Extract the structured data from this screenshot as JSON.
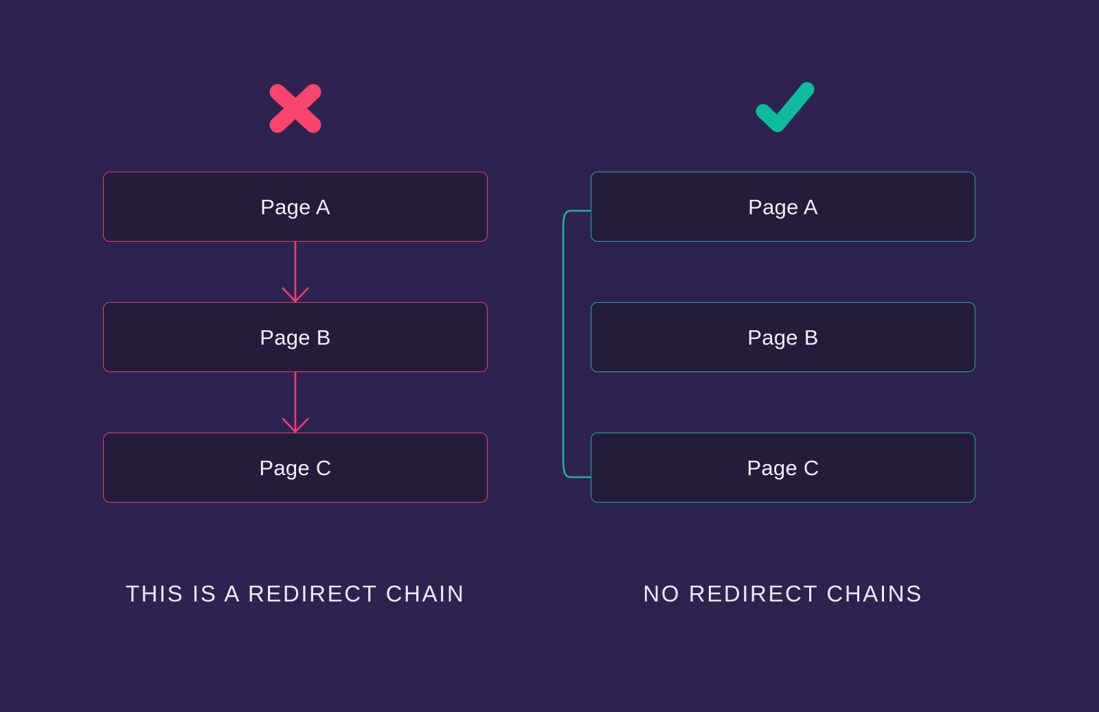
{
  "theme": {
    "background": "#2e2350",
    "box_fill": "#251c3c",
    "bad_accent": "#ef3f6e",
    "bad_icon": "#f9456b",
    "good_accent": "#1fb39a",
    "good_icon": "#0ebb9c",
    "text": "#f2f0f7"
  },
  "columns": [
    {
      "id": "redirect-chain",
      "status": "bad",
      "status_icon": "cross-icon",
      "boxes": [
        {
          "label": "Page A"
        },
        {
          "label": "Page B"
        },
        {
          "label": "Page C"
        }
      ],
      "connectors": [
        {
          "type": "arrow",
          "from": "Page A",
          "to": "Page B"
        },
        {
          "type": "arrow",
          "from": "Page B",
          "to": "Page C"
        }
      ],
      "caption": "THIS IS A REDIRECT CHAIN"
    },
    {
      "id": "no-redirect-chains",
      "status": "good",
      "status_icon": "check-icon",
      "boxes": [
        {
          "label": "Page A"
        },
        {
          "label": "Page B"
        },
        {
          "label": "Page C"
        }
      ],
      "connectors": [
        {
          "type": "curve",
          "from": "Page A",
          "to": "Page C"
        }
      ],
      "caption": "NO REDIRECT CHAINS"
    }
  ]
}
